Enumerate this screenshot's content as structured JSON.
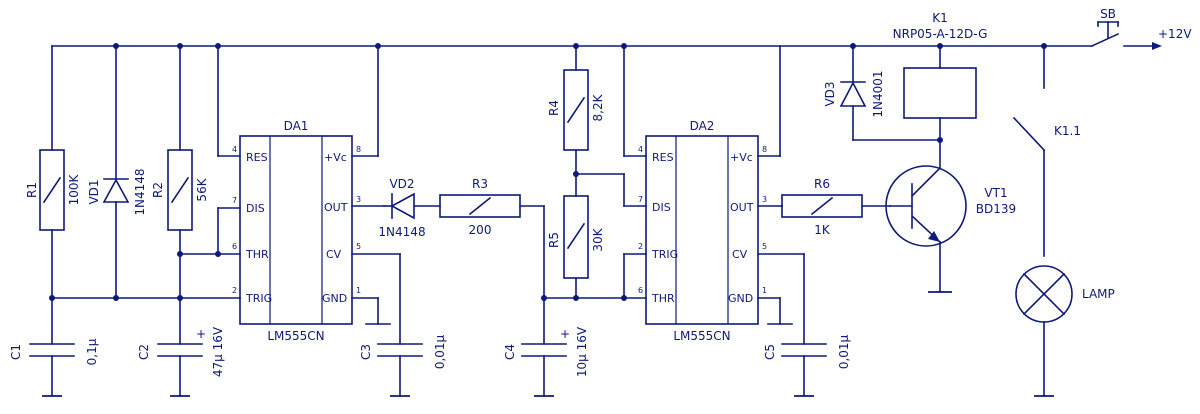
{
  "supply": "+12V",
  "r1": {
    "ref": "R1",
    "value": "100K"
  },
  "r2": {
    "ref": "R2",
    "value": "56K"
  },
  "r3": {
    "ref": "R3",
    "value": "200"
  },
  "r4": {
    "ref": "R4",
    "value": "8,2K"
  },
  "r5": {
    "ref": "R5",
    "value": "30K"
  },
  "r6": {
    "ref": "R6",
    "value": "1K"
  },
  "vd1": {
    "ref": "VD1",
    "value": "1N4148"
  },
  "vd2": {
    "ref": "VD2",
    "value": "1N4148"
  },
  "vd3": {
    "ref": "VD3",
    "value": "1N4001"
  },
  "c1": {
    "ref": "C1",
    "value": "0,1µ"
  },
  "c2": {
    "ref": "C2",
    "value": "47µ 16V",
    "pol": "+"
  },
  "c3": {
    "ref": "C3",
    "value": "0,01µ"
  },
  "c4": {
    "ref": "C4",
    "value": "10µ 16V",
    "pol": "+"
  },
  "c5": {
    "ref": "C5",
    "value": "0,01µ"
  },
  "da1": {
    "ref": "DA1",
    "part": "LM555CN"
  },
  "da2": {
    "ref": "DA2",
    "part": "LM555CN"
  },
  "ic_pins": {
    "res": "RES",
    "dis": "DIS",
    "thr": "THR",
    "trig": "TRIG",
    "vcc": "+Vc",
    "out": "OUT",
    "cv": "CV",
    "gnd": "GND",
    "n4": "4",
    "n7": "7",
    "n6": "6",
    "n2": "2",
    "n8": "8",
    "n3": "3",
    "n5": "5",
    "n1": "1"
  },
  "k1": {
    "ref": "K1",
    "part": "NRP05-A-12D-G",
    "contact": "K1.1"
  },
  "sb": {
    "ref": "SB"
  },
  "vt1": {
    "ref": "VT1",
    "part": "BD139"
  },
  "lamp": {
    "ref": "LAMP"
  }
}
